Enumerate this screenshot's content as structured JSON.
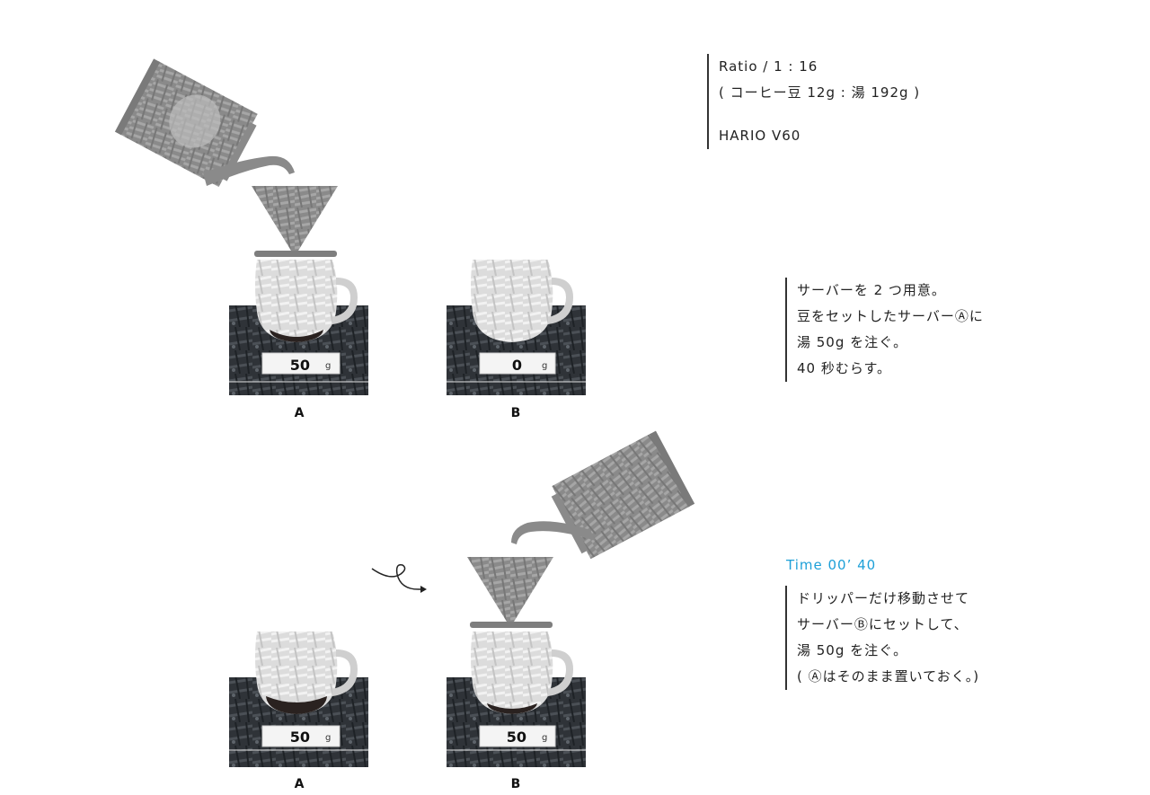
{
  "recipe": {
    "ratio": "Ratio / 1 : 16",
    "detail": "( コーヒー豆 12g : 湯 192g )",
    "dripper": "HARIO V60"
  },
  "step1": {
    "lines": [
      "サーバーを 2 つ用意。",
      "豆をセットしたサーバーⒶに",
      "湯 50g を注ぐ。",
      "40 秒むらす。"
    ],
    "scale_a": {
      "value": "50",
      "unit": "g",
      "label": "A"
    },
    "scale_b": {
      "value": "0",
      "unit": "g",
      "label": "B"
    }
  },
  "step2": {
    "time": "Time 00’ 40",
    "lines": [
      "ドリッパーだけ移動させて",
      "サーバーⒷにセットして、",
      "湯 50g を注ぐ。",
      "( Ⓐはそのまま置いておく。)"
    ],
    "scale_a": {
      "value": "50",
      "unit": "g",
      "label": "A"
    },
    "scale_b": {
      "value": "50",
      "unit": "g",
      "label": "B"
    }
  },
  "icons": {
    "kettle": "kettle-icon",
    "dripper": "dripper-icon",
    "server": "server-icon",
    "scale": "scale-icon",
    "arrow": "curly-arrow-icon"
  },
  "colors": {
    "accent": "#1ea0d8",
    "text": "#222222",
    "coffee": "#2a2220"
  }
}
